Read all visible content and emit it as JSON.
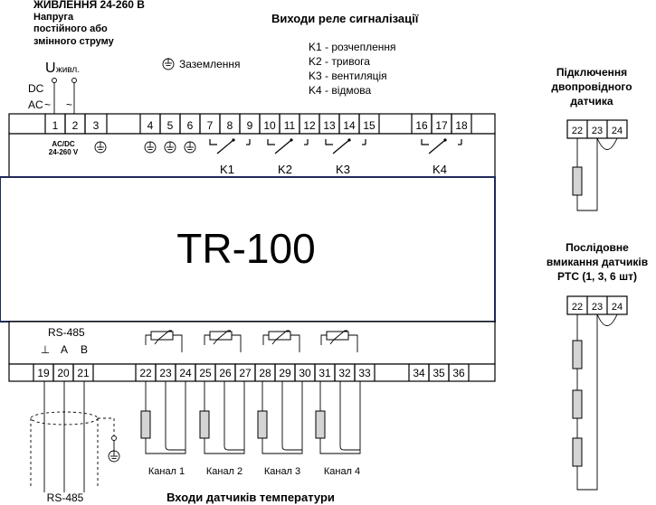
{
  "power": {
    "title": "ЖИВЛЕННЯ 24-260 В",
    "line1": "Напруга",
    "line2": "постійного або",
    "line3": "змінного струму",
    "u_symbol": "U",
    "u_sub": "живл.",
    "dc": "DC",
    "ac": "AC",
    "tilde": "~",
    "board_label1": "AC/DC",
    "board_label2": "24-260 V"
  },
  "ground_label": "Заземлення",
  "relays": {
    "title": "Виходи реле сигналізації",
    "items": [
      "K1 - розчеплення",
      "K2 - тривога",
      "K3 - вентиляція",
      "K4 - відмова"
    ],
    "labels": [
      "K1",
      "K2",
      "K3",
      "K4"
    ]
  },
  "device": {
    "name": "TR-100"
  },
  "terminals_top": [
    "1",
    "2",
    "3",
    "4",
    "5",
    "6",
    "7",
    "8",
    "9",
    "10",
    "11",
    "12",
    "13",
    "14",
    "15",
    "16",
    "17",
    "18"
  ],
  "terminals_bottom": [
    "19",
    "20",
    "21",
    "22",
    "23",
    "24",
    "25",
    "26",
    "27",
    "28",
    "29",
    "30",
    "31",
    "32",
    "33",
    "34",
    "35",
    "36"
  ],
  "rs485": {
    "label": "RS-485",
    "ground": "⊥",
    "a": "A",
    "b": "B",
    "cable_label": "RS-485"
  },
  "channels": [
    "Канал 1",
    "Канал 2",
    "Канал 3",
    "Канал 4"
  ],
  "inputs_title": "Входи датчиків температури",
  "two_wire": {
    "line1": "Підключення",
    "line2": "двопровідного",
    "line3": "датчика",
    "terminals": [
      "22",
      "23",
      "24"
    ]
  },
  "series": {
    "line1": "Послідовне",
    "line2": "вмикання датчиків",
    "line3": "PTC (1, 3, 6 шт)",
    "terminals": [
      "22",
      "23",
      "24"
    ]
  }
}
